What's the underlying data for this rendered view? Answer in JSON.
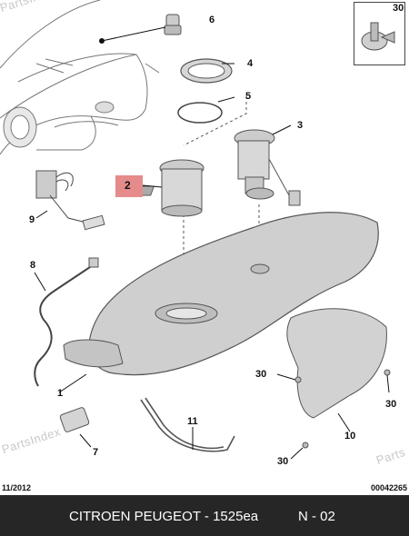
{
  "watermarks": [
    "PartsIndex",
    "PartsIndex",
    "Parts"
  ],
  "callouts": {
    "c1": "1",
    "c2": "2",
    "c3": "3",
    "c4": "4",
    "c5": "5",
    "c6": "6",
    "c7": "7",
    "c8": "8",
    "c9": "9",
    "c10": "10",
    "c11": "11",
    "c30_box": "30",
    "c30_a": "30",
    "c30_b": "30",
    "c30_c": "30"
  },
  "footer": {
    "date": "11/2012",
    "ref": "00042265",
    "title": "CITROEN PEUGEOT - 1525ea",
    "page": "N - 02"
  },
  "colors": {
    "part_fill": "#d9d9d9",
    "part_stroke": "#555555",
    "tank_fill": "#cfcfcf",
    "highlight": "#e58b8b",
    "bar": "#262626"
  }
}
